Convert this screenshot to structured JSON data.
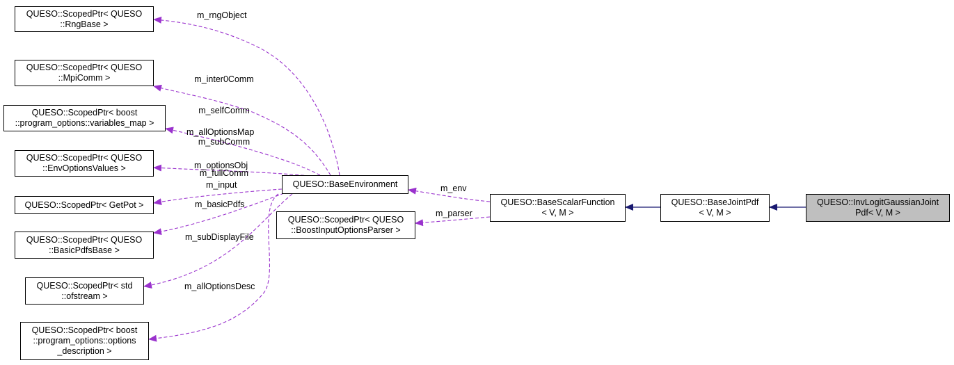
{
  "diagram": {
    "colors": {
      "usage_edge": "#9a32cd",
      "inheritance_edge": "#191970",
      "current_node_fill": "#bfbfbf",
      "node_fill": "#ffffff",
      "node_border": "#000000"
    },
    "nodes": [
      {
        "id": "n1",
        "lines": [
          "QUESO::ScopedPtr< QUESO",
          "::RngBase >"
        ]
      },
      {
        "id": "n2",
        "lines": [
          "QUESO::ScopedPtr< QUESO",
          "::MpiComm >"
        ]
      },
      {
        "id": "n3",
        "lines": [
          "QUESO::ScopedPtr< boost",
          "::program_options::variables_map >"
        ]
      },
      {
        "id": "n4",
        "lines": [
          "QUESO::ScopedPtr< QUESO",
          "::EnvOptionsValues >"
        ]
      },
      {
        "id": "n5",
        "lines": [
          "QUESO::ScopedPtr< GetPot >"
        ]
      },
      {
        "id": "n6",
        "lines": [
          "QUESO::ScopedPtr< QUESO",
          "::BasicPdfsBase >"
        ]
      },
      {
        "id": "n7",
        "lines": [
          "QUESO::ScopedPtr< std",
          "::ofstream >"
        ]
      },
      {
        "id": "n8",
        "lines": [
          "QUESO::ScopedPtr< boost",
          "::program_options::options",
          "_description >"
        ]
      },
      {
        "id": "n9",
        "lines": [
          "QUESO::BaseEnvironment"
        ]
      },
      {
        "id": "n10",
        "lines": [
          "QUESO::ScopedPtr< QUESO",
          "::BoostInputOptionsParser >"
        ]
      },
      {
        "id": "n11",
        "lines": [
          "QUESO::BaseScalarFunction",
          "< V, M >"
        ]
      },
      {
        "id": "n12",
        "lines": [
          "QUESO::BaseJointPdf",
          "< V, M >"
        ]
      },
      {
        "id": "n13",
        "lines": [
          "QUESO::InvLogitGaussianJoint",
          "Pdf< V, M >"
        ],
        "current": true
      }
    ],
    "edge_labels": {
      "rng_object": "m_rngObject",
      "comms": [
        "m_inter0Comm",
        "m_selfComm",
        "m_subComm",
        "m_fullComm"
      ],
      "all_options_map": "m_allOptionsMap",
      "options_obj": "m_optionsObj",
      "input": "m_input",
      "basic_pdfs": "m_basicPdfs",
      "sub_display_file": "m_subDisplayFile",
      "all_options_desc": "m_allOptionsDesc",
      "env": "m_env",
      "parser": "m_parser"
    }
  }
}
